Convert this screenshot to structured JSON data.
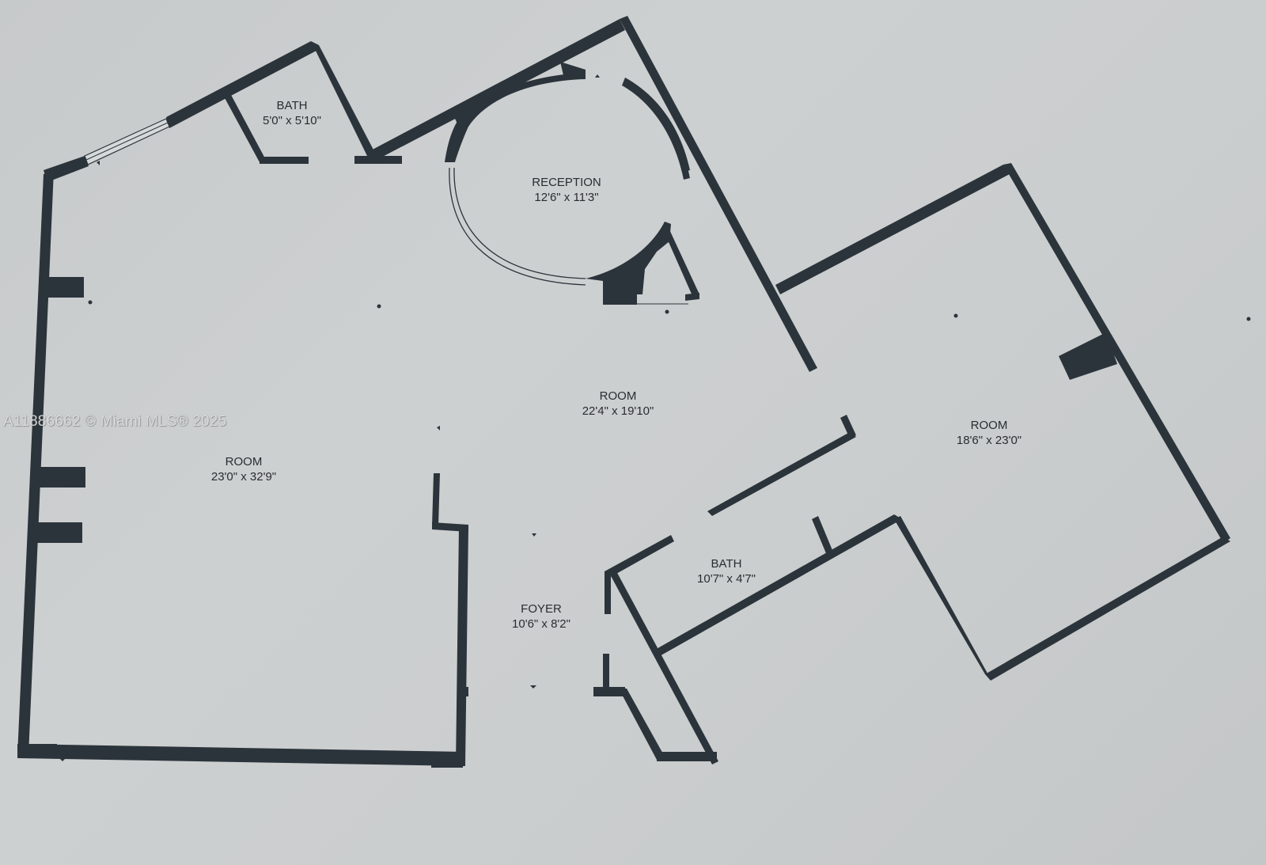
{
  "floorplan": {
    "rooms": [
      {
        "id": "bath-top",
        "name": "BATH",
        "dimensions": "5'0\" x 5'10\""
      },
      {
        "id": "reception",
        "name": "RECEPTION",
        "dimensions": "12'6\" x 11'3\""
      },
      {
        "id": "room-center",
        "name": "ROOM",
        "dimensions": "22'4\" x 19'10\""
      },
      {
        "id": "room-right",
        "name": "ROOM",
        "dimensions": "18'6\" x 23'0\""
      },
      {
        "id": "room-left",
        "name": "ROOM",
        "dimensions": "23'0\" x 32'9\""
      },
      {
        "id": "bath-bottom",
        "name": "BATH",
        "dimensions": "10'7\" x 4'7\""
      },
      {
        "id": "foyer",
        "name": "FOYER",
        "dimensions": "10'6\" x 8'2\""
      }
    ],
    "watermark": "A11886662 © Miami MLS® 2025",
    "colors": {
      "wall": "#2c343b",
      "paper": "#cbcecf",
      "text": "#2a2d30"
    }
  }
}
